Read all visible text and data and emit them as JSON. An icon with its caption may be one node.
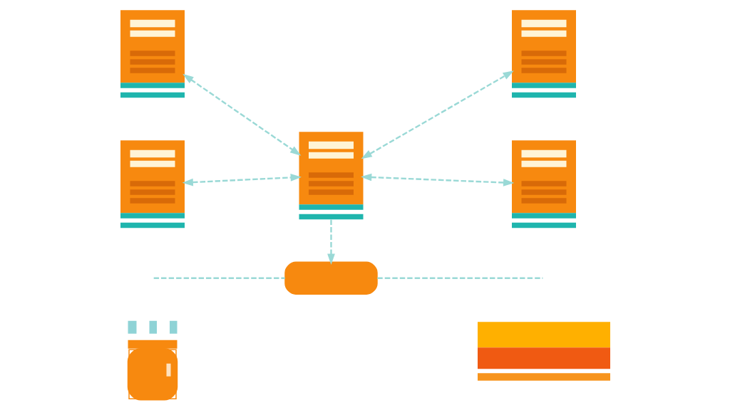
{
  "diagram": {
    "nodes": [
      {
        "text": [],
        "shape": "picture"
      },
      {
        "text": [],
        "shape": "picture"
      },
      {
        "text": [],
        "shape": "picture"
      },
      {
        "text": [],
        "shape": "picture"
      },
      {
        "text": [],
        "shape": "picture"
      },
      {
        "text": [],
        "shape": "box"
      },
      {
        "text": [],
        "shape": "picture"
      },
      {
        "text": [],
        "shape": "picture"
      }
    ],
    "edges": [
      {
        "from": 0,
        "to": 2,
        "arrow": "both",
        "style": "dashed"
      },
      {
        "from": 2,
        "to": 1,
        "arrow": "both",
        "style": "dashed"
      },
      {
        "from": 3,
        "to": 2,
        "arrow": "both",
        "style": "dashed"
      },
      {
        "from": 2,
        "to": 4,
        "arrow": "both",
        "style": "dashed"
      },
      {
        "from": 2,
        "to": 5,
        "arrow": "to",
        "style": "dashed"
      },
      {
        "from": null,
        "to": 5,
        "arrow": "none",
        "style": "dashed"
      },
      {
        "from": 5,
        "to": null,
        "arrow": "none",
        "style": "dashed"
      }
    ]
  }
}
